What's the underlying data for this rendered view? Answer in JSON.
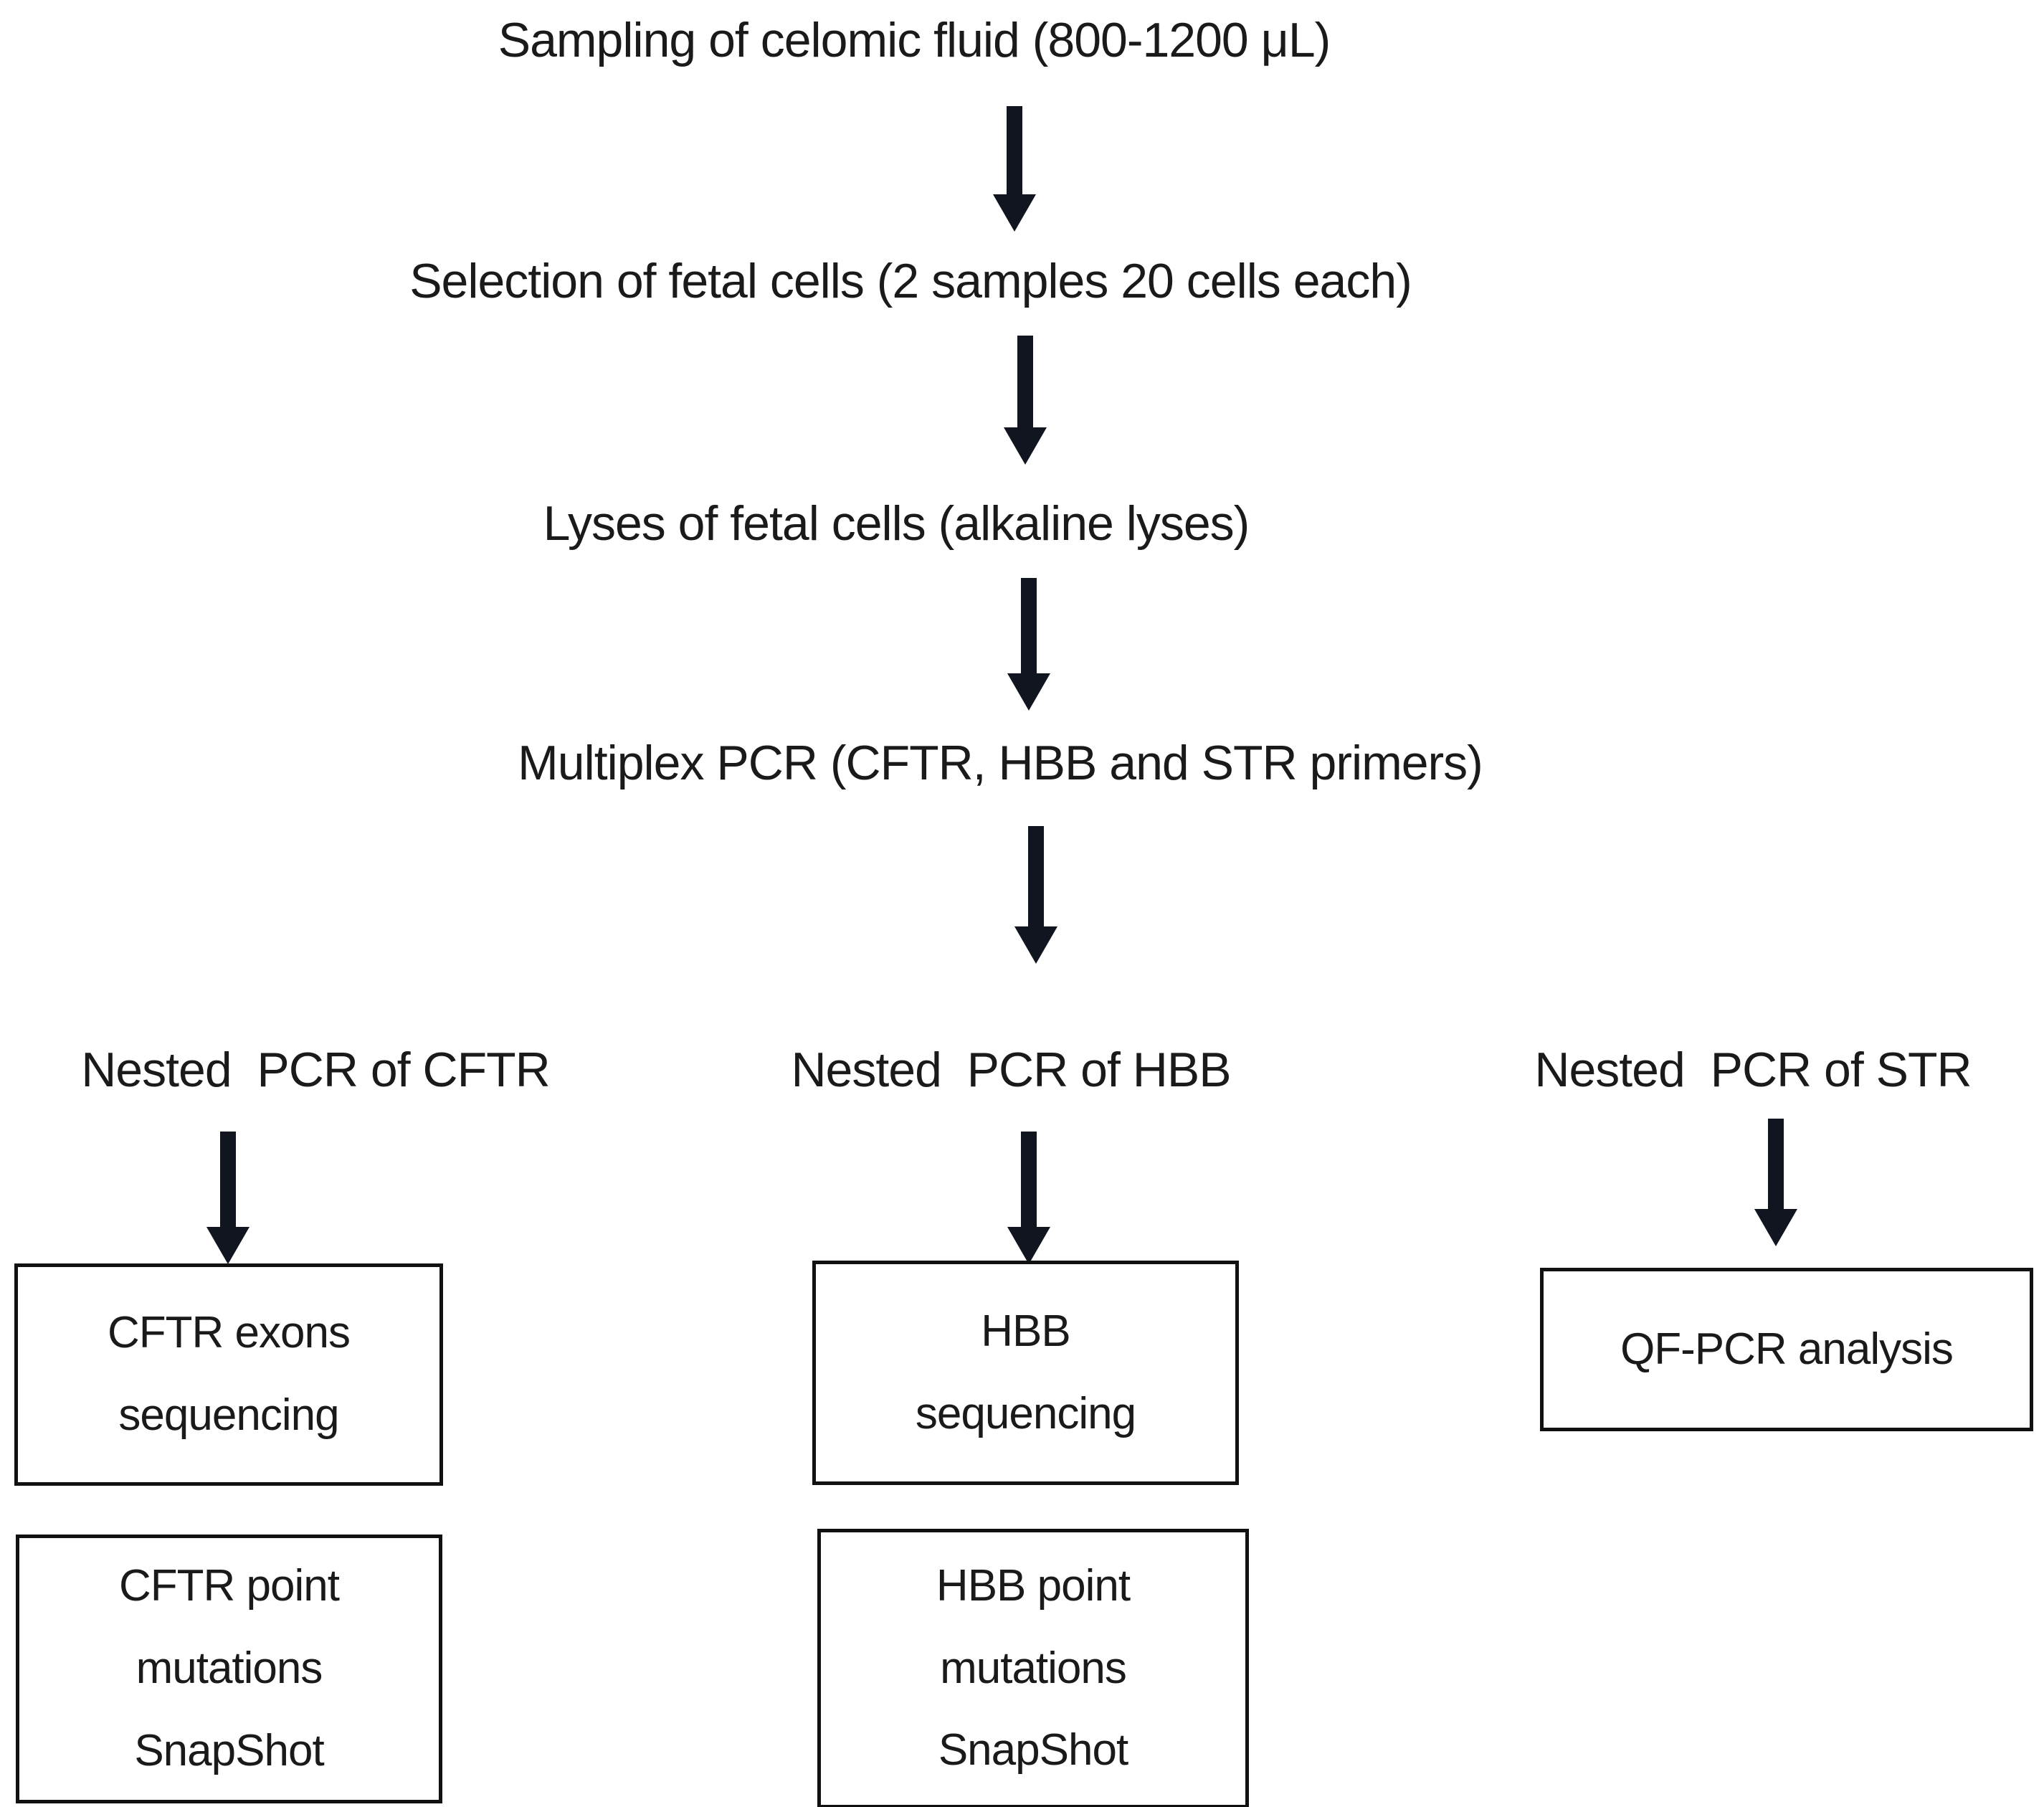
{
  "flow": {
    "steps": [
      {
        "label": "Sampling of celomic fluid (800-1200 μL)"
      },
      {
        "label": "Selection of fetal cells (2 samples 20 cells each)"
      },
      {
        "label": "Lyses of fetal cells (alkaline lyses)"
      },
      {
        "label": "Multiplex PCR (CFTR, HBB and STR primers)"
      }
    ],
    "branches": [
      {
        "header": "Nested  PCR of CFTR",
        "boxes": [
          {
            "lines": [
              "CFTR exons",
              "sequencing"
            ]
          },
          {
            "lines": [
              "CFTR point",
              "mutations",
              "SnapShot"
            ]
          }
        ]
      },
      {
        "header": "Nested  PCR of HBB",
        "boxes": [
          {
            "lines": [
              "HBB",
              "sequencing"
            ]
          },
          {
            "lines": [
              "HBB point",
              "mutations",
              "SnapShot"
            ]
          }
        ]
      },
      {
        "header": "Nested  PCR of STR",
        "boxes": [
          {
            "lines": [
              "QF-PCR analysis"
            ]
          }
        ]
      }
    ],
    "colors": {
      "background": "#ffffff",
      "text": "#1a1a1a",
      "arrow": "#11151f",
      "box_border": "#111111"
    }
  }
}
